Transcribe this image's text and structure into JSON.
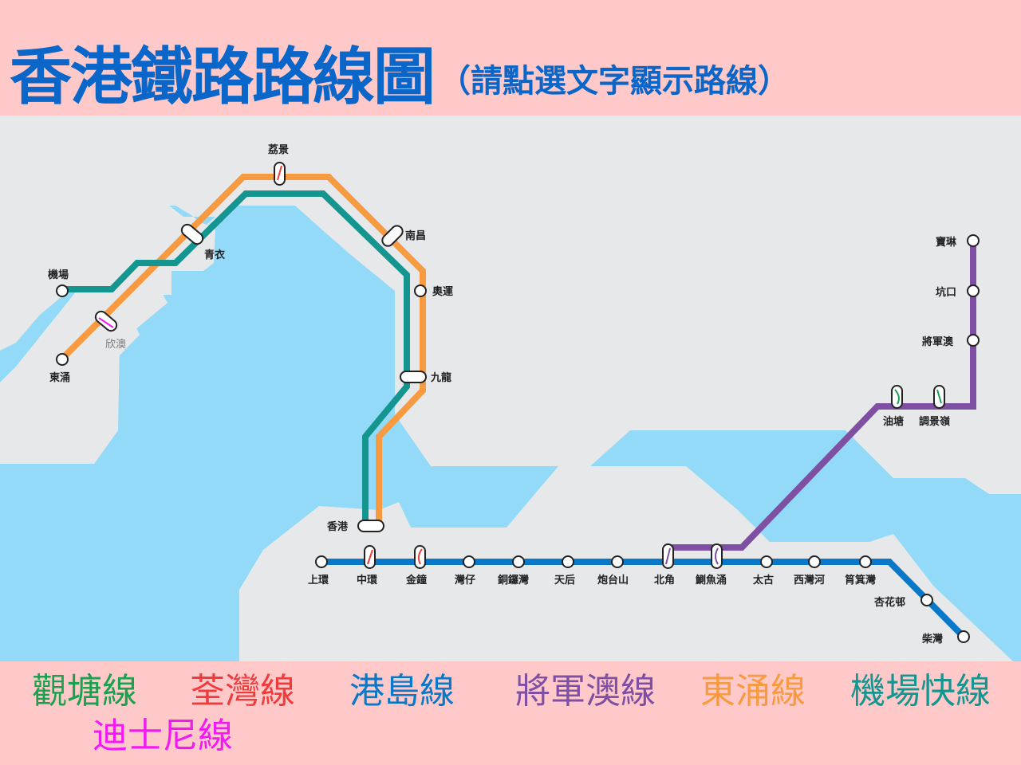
{
  "header": {
    "title": "香港鐵路路線圖",
    "subtitle": "（請點選文字顯示路線）"
  },
  "colors": {
    "page_bg": "#ffc9c9",
    "land": "#e7e8ea",
    "water": "#93daf8",
    "kwun_tong": "#1aa150",
    "tsuen_wan": "#ef3b3b",
    "island": "#0a78c8",
    "tseung_kwan_o": "#7e4fa3",
    "tung_chung": "#f79a40",
    "airport_express": "#14958f",
    "disneyland": "#f219f2"
  },
  "legend": [
    {
      "label": "觀塘線",
      "color": "#1aa150"
    },
    {
      "label": "荃灣線",
      "color": "#ef3b3b"
    },
    {
      "label": "港島線",
      "color": "#0a78c8"
    },
    {
      "label": "將軍澳線",
      "color": "#7e4fa3"
    },
    {
      "label": "東涌線",
      "color": "#f79a40"
    },
    {
      "label": "機場快線",
      "color": "#14958f"
    },
    {
      "label": "迪士尼線",
      "color": "#f219f2"
    }
  ],
  "stations": {
    "lai_king": "荔景",
    "tsing_yi": "青衣",
    "airport": "機場",
    "sunny_bay": "欣澳",
    "tung_chung": "東涌",
    "nam_cheong": "南昌",
    "olympic": "奧運",
    "kowloon": "九龍",
    "hong_kong": "香港",
    "sheung_wan": "上環",
    "central": "中環",
    "admiralty": "金鐘",
    "wan_chai": "灣仔",
    "causeway_bay": "銅鑼灣",
    "tin_hau": "天后",
    "fortress_hill": "炮台山",
    "north_point": "北角",
    "quarry_bay": "鰂魚涌",
    "tai_koo": "太古",
    "sai_wan_ho": "西灣河",
    "shau_kei_wan": "筲箕灣",
    "heng_fa_chuen": "杏花邨",
    "chai_wan": "柴灣",
    "po_lam": "寶琳",
    "hang_hau": "坑口",
    "tseung_kwan_o": "將軍澳",
    "yau_tong": "油塘",
    "tiu_keng_leng": "調景嶺"
  }
}
